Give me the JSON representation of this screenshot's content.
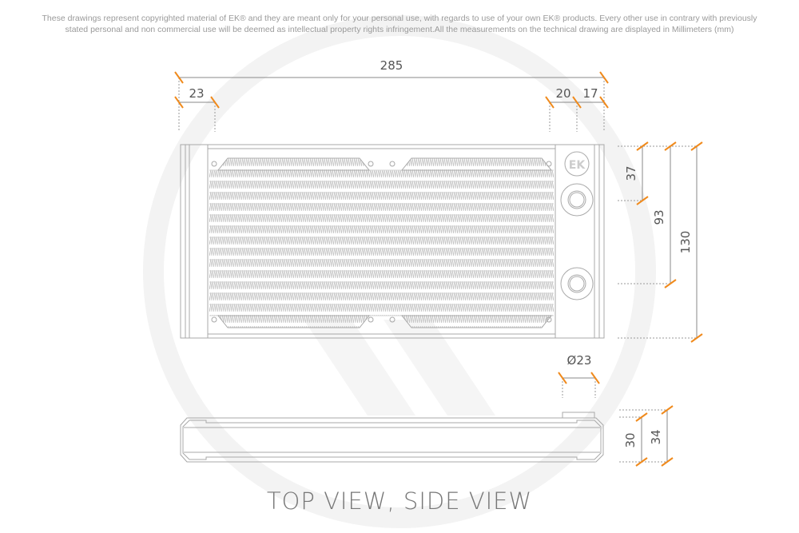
{
  "disclaimer": {
    "line1": "These drawings represent copyrighted material of EK® and they are meant only for your personal use, with regards to use of  your own EK® products. Every other use in contrary with previously",
    "line2": "stated personal and non commercial use will be deemed as intellectual property rights infringement.All the measurements on the technical drawing are displayed in Millimeters (mm)"
  },
  "title": "TOP VIEW, SIDE VIEW",
  "dimensions": {
    "total_length": "285",
    "left_cap": "23",
    "port_offset": "20",
    "right_cap": "17",
    "port_spacing_top": "37",
    "port_spacing": "93",
    "width": "130",
    "port_diameter": "Ø23",
    "core_thickness": "30",
    "total_thickness": "34"
  },
  "colors": {
    "dimension_tick": "#f08a1c",
    "line": "#9a9a9a",
    "watermark": "#f2f2f2"
  },
  "logo": "EK"
}
